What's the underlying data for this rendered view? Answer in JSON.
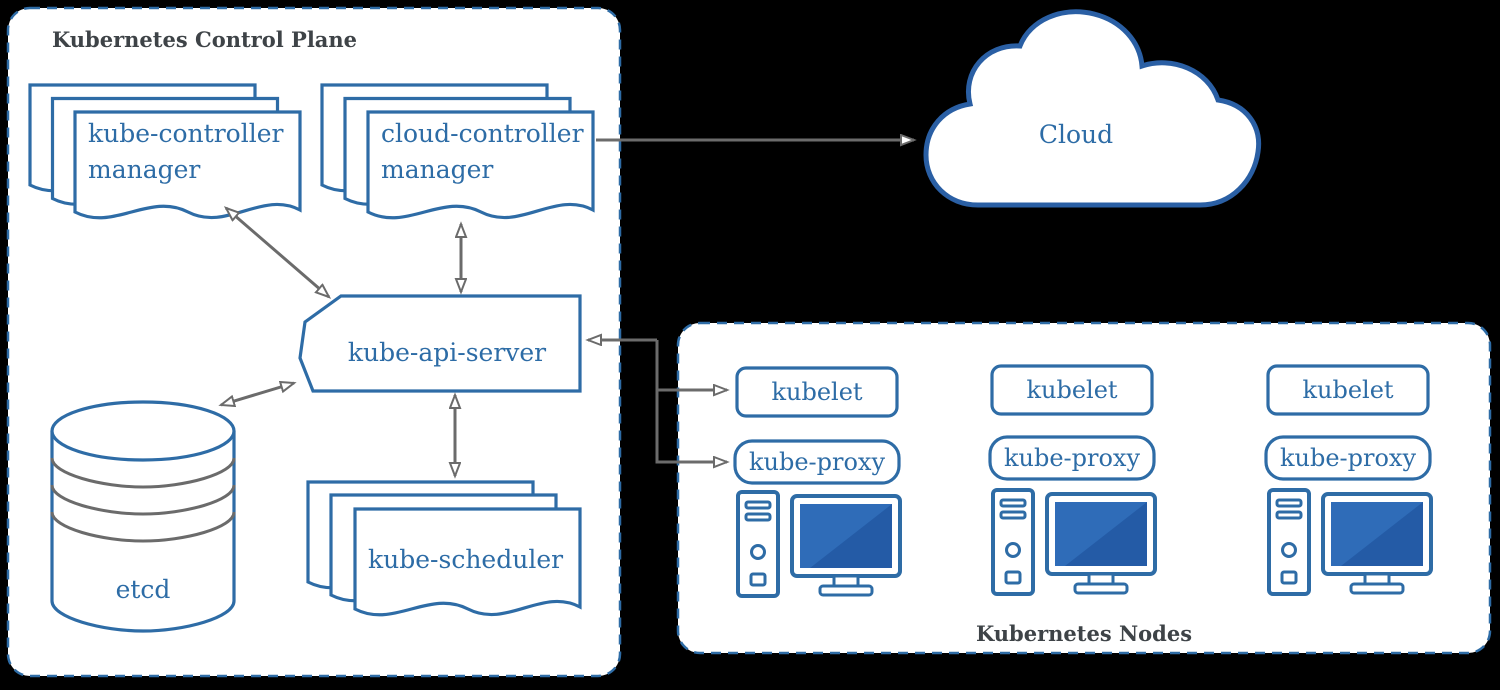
{
  "colors": {
    "background": "#000000",
    "accent_blue": "#2e6ca6",
    "cloud_blue": "#2a5fa4",
    "screen_blue": "#2f6cb8",
    "screen_blue_dark": "#245ba6",
    "arrow_gray": "#6b6b6b",
    "title_gray": "#3e4347"
  },
  "control_plane": {
    "title": "Kubernetes Control Plane",
    "kube_controller_manager": {
      "line1": "kube-controller",
      "line2": "manager"
    },
    "cloud_controller_manager": {
      "line1": "cloud-controller",
      "line2": "manager"
    },
    "kube_api_server": {
      "label": "kube-api-server"
    },
    "etcd": {
      "label": "etcd"
    },
    "kube_scheduler": {
      "label": "kube-scheduler"
    }
  },
  "cloud": {
    "label": "Cloud"
  },
  "nodes_group": {
    "title": "Kubernetes Nodes",
    "nodes": [
      {
        "kubelet": "kubelet",
        "kube_proxy": "kube-proxy"
      },
      {
        "kubelet": "kubelet",
        "kube_proxy": "kube-proxy"
      },
      {
        "kubelet": "kubelet",
        "kube_proxy": "kube-proxy"
      }
    ]
  }
}
